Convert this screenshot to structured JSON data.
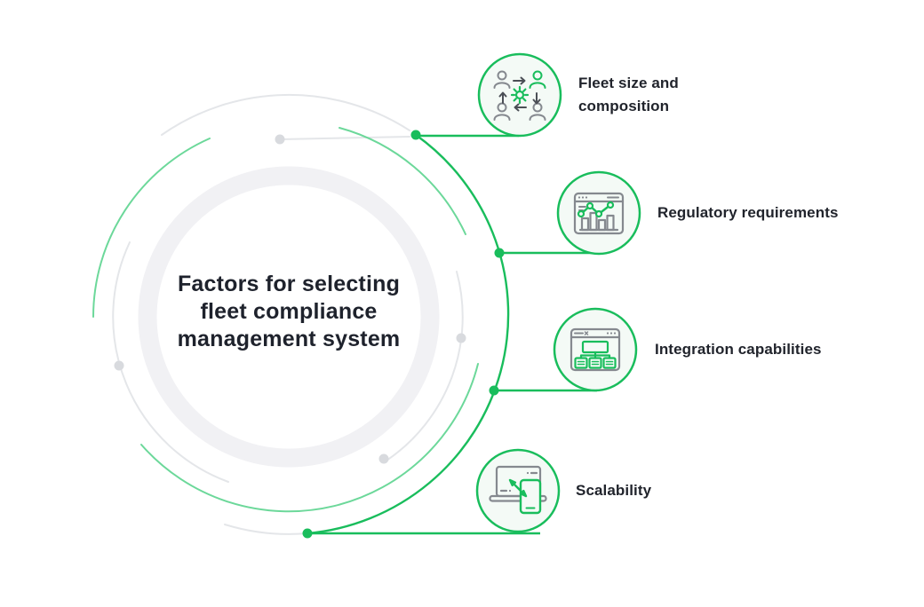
{
  "title": {
    "text": "Factors for selecting fleet compliance management system",
    "lines": [
      "Factors for selecting",
      "fleet compliance",
      "management system"
    ]
  },
  "items": [
    {
      "id": "fleet-size-and-composition",
      "icon": "team-cycle-icon",
      "label": "Fleet size and composition",
      "lines": [
        "Fleet size and",
        "composition"
      ]
    },
    {
      "id": "regulatory-requirements",
      "icon": "analytics-browser-icon",
      "label": "Regulatory requirements",
      "lines": [
        "Regulatory requirements"
      ]
    },
    {
      "id": "integration-capabilities",
      "icon": "sitemap-browser-icon",
      "label": "Integration capabilities",
      "lines": [
        "Integration capabilities"
      ]
    },
    {
      "id": "scalability",
      "icon": "devices-scale-icon",
      "label": "Scalability",
      "lines": [
        "Scalability"
      ]
    }
  ],
  "colors": {
    "accent_green": "#19bd5c",
    "light_green": "#6cd89a",
    "icon_circle_fill": "#f4faf6",
    "ring_gray": "#f1f1f4",
    "arc_gray": "#e4e6e9",
    "dot_gray": "#d8dade",
    "icon_gray": "#85898f",
    "icon_dark_gray": "#4b4f56",
    "text": "#21242c",
    "background": "#ffffff"
  }
}
